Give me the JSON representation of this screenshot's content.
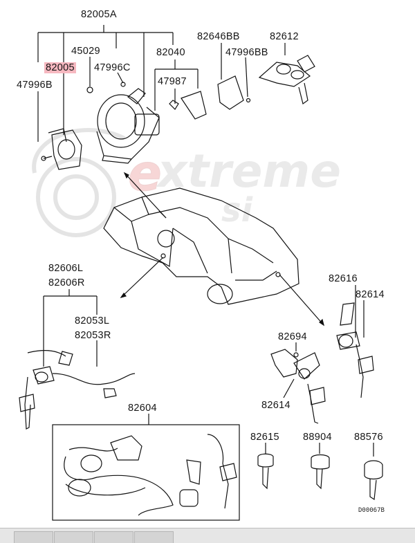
{
  "diagram": {
    "labels": {
      "p82005A": "82005A",
      "p45029": "45029",
      "p82005": "82005",
      "p47996C": "47996C",
      "p47996B": "47996B",
      "p82040": "82040",
      "p47987": "47987",
      "p82646BB": "82646BB",
      "p47996BB": "47996BB",
      "p82612": "82612",
      "p82606L": "82606L",
      "p82606R": "82606R",
      "p82053L": "82053L",
      "p82053R": "82053R",
      "p82604": "82604",
      "p82616": "82616",
      "p82614a": "82614",
      "p82694": "82694",
      "p82614b": "82614",
      "p82615": "82615",
      "p88904": "88904",
      "p88576": "88576"
    },
    "highlighted_part": "82005",
    "highlight_color": "#f6b8c0",
    "diagram_code": "D00067B",
    "watermark": "extreme si"
  }
}
